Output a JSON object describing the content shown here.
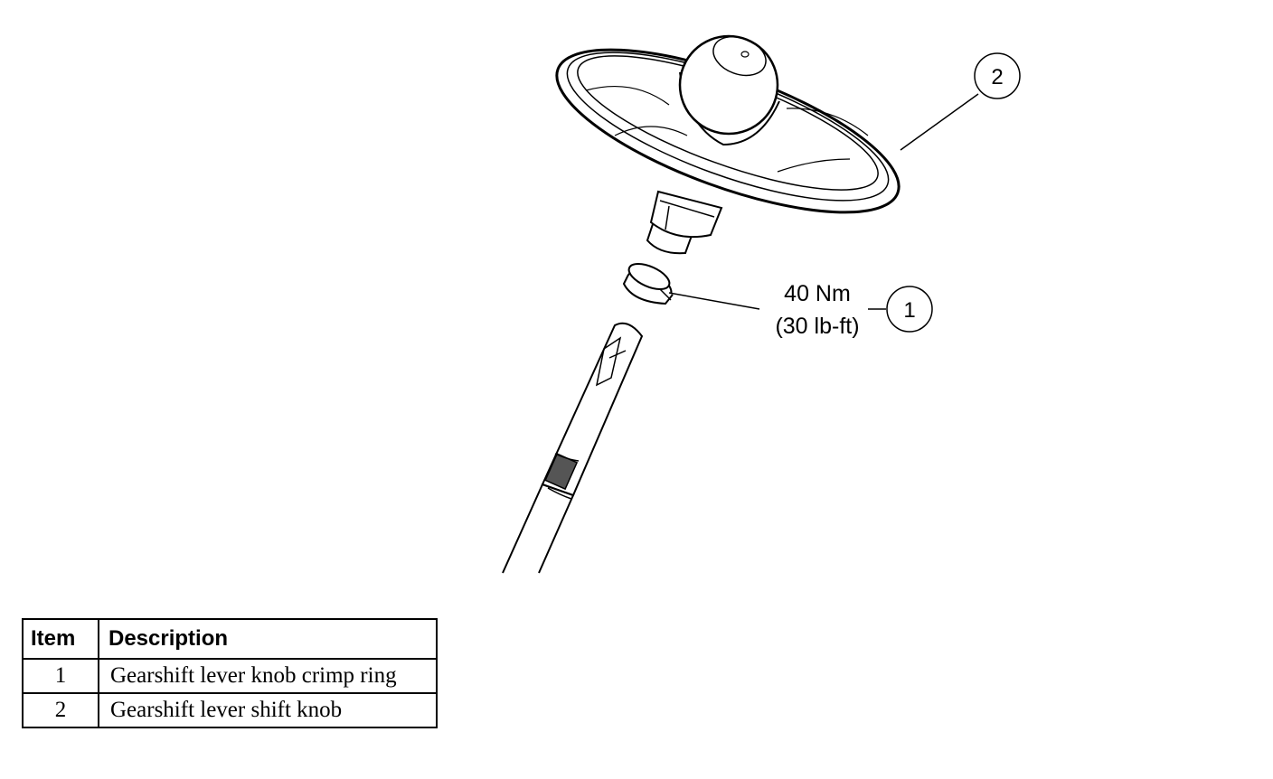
{
  "callouts": [
    {
      "number": "1",
      "torque_nm": "40 Nm",
      "torque_lbft": "(30 lb-ft)"
    },
    {
      "number": "2"
    }
  ],
  "legend": {
    "headers": {
      "item": "Item",
      "description": "Description"
    },
    "rows": [
      {
        "item": "1",
        "description": "Gearshift lever knob crimp ring"
      },
      {
        "item": "2",
        "description": "Gearshift lever shift knob"
      }
    ]
  }
}
